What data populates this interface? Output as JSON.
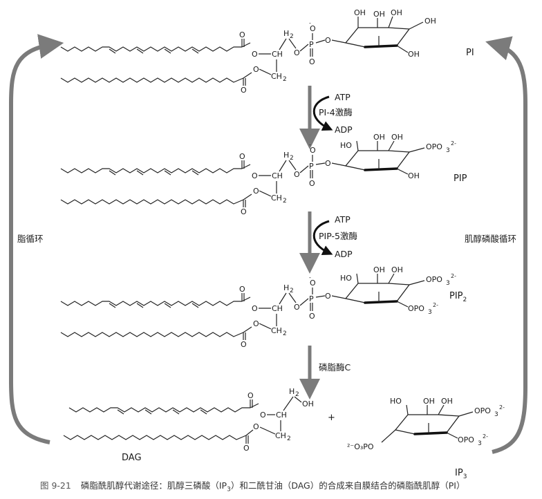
{
  "molecules": {
    "pi": "PI",
    "pip": "PIP",
    "pip2": "PIP",
    "pip2_sub": "2",
    "dag": "DAG",
    "ip3": "IP",
    "ip3_sub": "3"
  },
  "steps": {
    "s1": {
      "atp": "ATP",
      "enzyme": "PI-4激酶",
      "adp": "ADP"
    },
    "s2": {
      "atp": "ATP",
      "enzyme": "PIP-5激酶",
      "adp": "ADP"
    },
    "s3": {
      "enzyme": "磷脂酶C"
    }
  },
  "cycles": {
    "left": "脂循环",
    "right": "肌醇磷酸循环"
  },
  "plus": "+",
  "atoms": {
    "oh": "OH",
    "ho": "HO",
    "o": "O",
    "p": "P",
    "ch": "CH",
    "ch2": "CH",
    "h2": "H",
    "two": "2",
    "minus": "-",
    "opo3": "OPO",
    "po3": "PO",
    "three": "3",
    "charge": "2-",
    "ip3_left": "²⁻O₃PO"
  },
  "caption": {
    "number": "图 9-21",
    "text": "磷脂酰肌醇代谢途径：肌醇三磷酸（IP",
    "sub": "3",
    "text2": "）和二酰甘油（DAG）的合成来自膜结合的磷脂酰肌醇（PI）"
  },
  "colors": {
    "arrow": "#7b7b7b",
    "text": "#1a1a1a",
    "bond": "#222222",
    "caption": "#333333"
  }
}
